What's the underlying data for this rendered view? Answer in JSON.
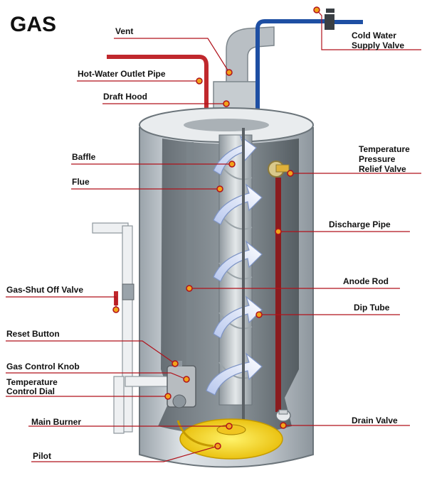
{
  "title": "GAS",
  "colors": {
    "hot_pipe": "#c0282d",
    "cold_pipe": "#1e4fa3",
    "leader_line": "#b0121b",
    "marker": "#f2a31a",
    "tank_shell": "#c8ced3",
    "burner": "#f5d21c"
  },
  "labels": {
    "vent": "Vent",
    "cold_water_supply_valve": [
      "Cold Water",
      "Supply Valve"
    ],
    "hot_water_outlet_pipe": "Hot-Water Outlet Pipe",
    "draft_hood": "Draft Hood",
    "temperature_pressure_relief_valve": [
      "Temperature",
      "Pressure",
      "Relief Valve"
    ],
    "baffle": "Baffle",
    "flue": "Flue",
    "discharge_pipe": "Discharge Pipe",
    "gas_shut_off_valve": "Gas-Shut Off Valve",
    "anode_rod": "Anode Rod",
    "dip_tube": "Dip Tube",
    "reset_button": "Reset Button",
    "gas_control_knob": "Gas Control Knob",
    "temperature_control_dial": [
      "Temperature",
      "Control Dial"
    ],
    "main_burner": "Main Burner",
    "drain_valve": "Drain Valve",
    "pilot": "Pilot"
  }
}
